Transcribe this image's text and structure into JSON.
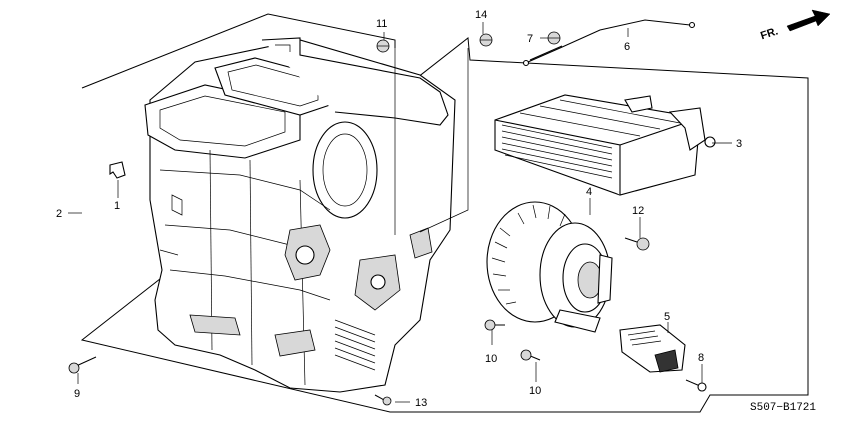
{
  "direction_label": "FR.",
  "reference_code": "S507−B1721",
  "callouts": {
    "c1": "1",
    "c2": "2",
    "c3": "3",
    "c4": "4",
    "c5": "5",
    "c6": "6",
    "c7": "7",
    "c8": "8",
    "c9": "9",
    "c10a": "10",
    "c10b": "10",
    "c11": "11",
    "c12": "12",
    "c13": "13",
    "c14": "14"
  }
}
